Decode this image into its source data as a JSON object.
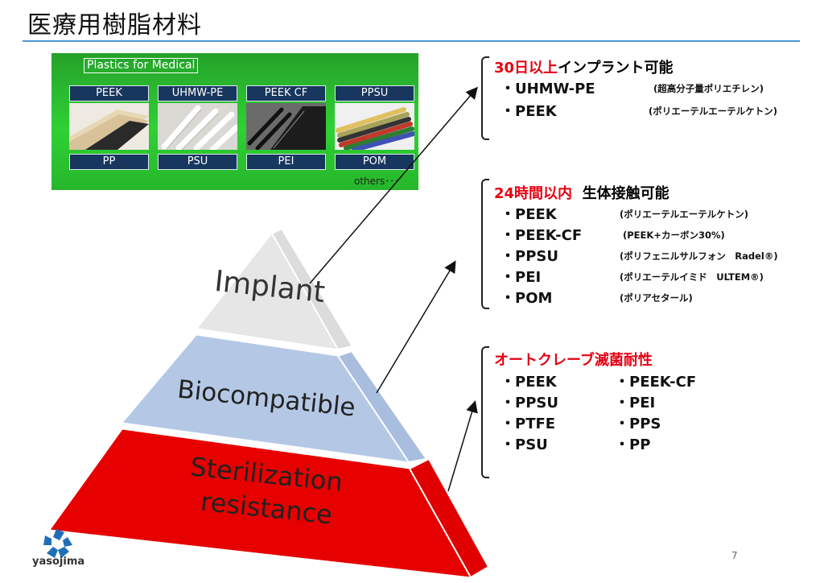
{
  "slide": {
    "title": "医療用樹脂材料",
    "page_number": "7"
  },
  "panel": {
    "title": "Plastics for Medical",
    "top_labels": [
      "PEEK",
      "UHMW-PE",
      "PEEK CF",
      "PPSU"
    ],
    "bottom_labels": [
      "PP",
      "PSU",
      "PEI",
      "POM"
    ],
    "others": "others･･･"
  },
  "pyramid": {
    "implant": "Implant",
    "biocompatible": "Biocompatible",
    "sterilization_line1": "Sterilization",
    "sterilization_line2": "resistance",
    "colors": {
      "implant": "#e6e6e6",
      "biocompatible": "#b4c8e6",
      "sterilization": "#e60000"
    }
  },
  "sections": {
    "implant": {
      "head_red": "30日以上",
      "head_black": "インプラント可能",
      "items": [
        {
          "name": "・UHMW-PE",
          "note": "(超高分子量ポリエチレン)"
        },
        {
          "name": "・PEEK",
          "note": "(ポリエーテルエーテルケトン)"
        }
      ]
    },
    "biocompatible": {
      "head_red": "24時間以内",
      "head_black": "生体接触可能",
      "items": [
        {
          "name": "・PEEK",
          "note": "(ポリエーテルエーテルケトン)"
        },
        {
          "name": "・PEEK-CF",
          "note": "(PEEK+カーボン30%)"
        },
        {
          "name": "・PPSU",
          "note": "(ポリフェニルサルフォン　Radel®)"
        },
        {
          "name": "・PEI",
          "note": "(ポリエーテルイミド　ULTEM®)"
        },
        {
          "name": "・POM",
          "note": "(ポリアセタール)"
        }
      ]
    },
    "sterilization": {
      "head_red": "オートクレーブ滅菌耐性",
      "col1": [
        "・PEEK",
        "・PPSU",
        "・PTFE",
        "・PSU"
      ],
      "col2": [
        "・PEEK-CF",
        "・PEI",
        "・PPS",
        "・PP"
      ]
    }
  },
  "logo": {
    "text": "yasojima"
  }
}
